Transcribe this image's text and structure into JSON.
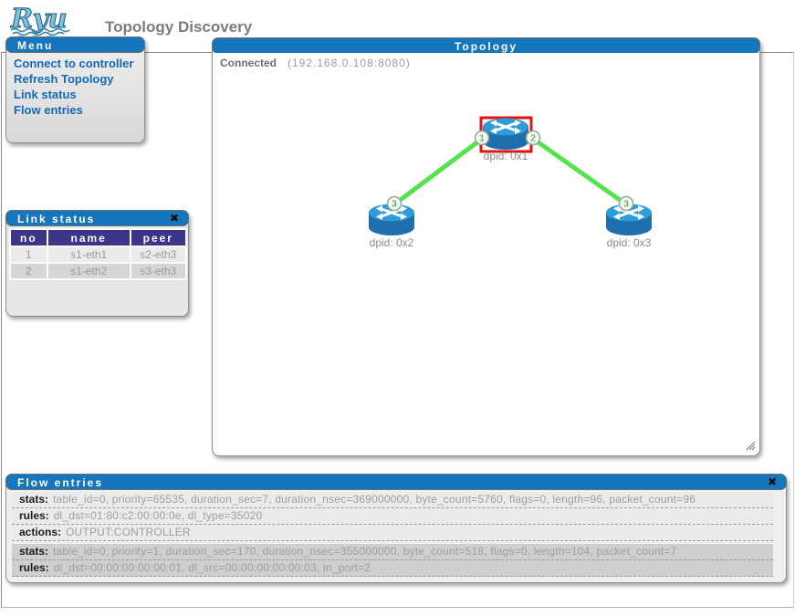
{
  "page": {
    "logo_text": "Ryu",
    "title": "Topology Discovery"
  },
  "menu": {
    "title": "Menu",
    "items": [
      "Connect to controller",
      "Refresh Topology",
      "Link status",
      "Flow entries"
    ]
  },
  "topology": {
    "title": "Topology",
    "status": "Connected",
    "address": "(192.168.0.108:8080)",
    "switches": [
      {
        "label": "dpid: 0x1",
        "ports": [
          "1",
          "2"
        ],
        "selected": true
      },
      {
        "label": "dpid: 0x2",
        "ports": [
          "3"
        ],
        "selected": false
      },
      {
        "label": "dpid: 0x3",
        "ports": [
          "3"
        ],
        "selected": false
      }
    ],
    "links": [
      {
        "from_switch": "dpid: 0x1",
        "from_port": "1",
        "to_switch": "dpid: 0x2",
        "to_port": "3"
      },
      {
        "from_switch": "dpid: 0x1",
        "from_port": "2",
        "to_switch": "dpid: 0x3",
        "to_port": "3"
      }
    ]
  },
  "link_status": {
    "title": "Link status",
    "close_icon": "✖",
    "columns": [
      "no",
      "name",
      "peer"
    ],
    "rows": [
      [
        "1",
        "s1-eth1",
        "s2-eth3"
      ],
      [
        "2",
        "s1-eth2",
        "s3-eth3"
      ]
    ]
  },
  "flow_entries": {
    "title": "Flow entries",
    "close_icon": "✖",
    "entries": [
      {
        "rows": [
          {
            "label": "stats:",
            "value": "table_id=0, priority=65535, duration_sec=7, duration_nsec=369000000, byte_count=5760, flags=0, length=96, packet_count=96"
          },
          {
            "label": "rules:",
            "value": "dl_dst=01:80:c2:00:00:0e, dl_type=35020"
          },
          {
            "label": "actions:",
            "value": "OUTPUT:CONTROLLER"
          }
        ]
      },
      {
        "rows": [
          {
            "label": "stats:",
            "value": "table_id=0, priority=1, duration_sec=170, duration_nsec=355000000, byte_count=518, flags=0, length=104, packet_count=7"
          },
          {
            "label": "rules:",
            "value": "dl_dst=00:00:00:00:00:01, dl_src=00:00:00:00:00:03, in_port=2"
          }
        ]
      }
    ]
  },
  "colors": {
    "panel_header_blue": "#1575bd",
    "menu_link_blue": "#1568b4",
    "table_header_purple": "#3d3589",
    "link_green": "#55e44e",
    "selection_red": "#e01212",
    "switch_blue_top": "#2f9bd8",
    "switch_blue_body": "#1f6fad"
  }
}
